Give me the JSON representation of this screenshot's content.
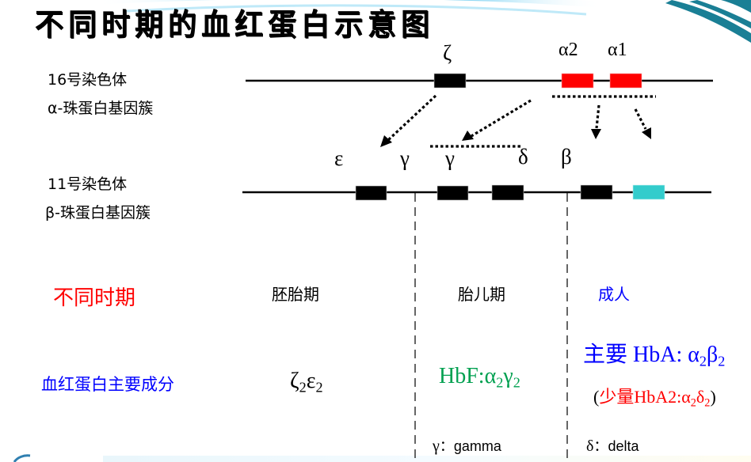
{
  "title": "不同时期的血红蛋白示意图",
  "chromosomes": [
    {
      "id": "chr16",
      "name": "16号染色体",
      "cluster": "α-珠蛋白基因簇",
      "genes": [
        {
          "symbol": "ζ",
          "color": "#000000"
        },
        {
          "symbol": "α2",
          "color": "#ff0000"
        },
        {
          "symbol": "α1",
          "color": "#ff0000"
        }
      ]
    },
    {
      "id": "chr11",
      "name": "11号染色体",
      "cluster": "β-珠蛋白基因簇",
      "genes": [
        {
          "symbol": "ε",
          "color": "#000000"
        },
        {
          "symbol": "γ",
          "color": "#000000"
        },
        {
          "symbol": "γ",
          "color": "#000000"
        },
        {
          "symbol": "δ",
          "color": "#000000"
        },
        {
          "symbol": "β",
          "color": "#33cccc"
        }
      ]
    }
  ],
  "row_labels": {
    "stage": "不同时期",
    "composition": "血红蛋白主要成分"
  },
  "stages": [
    {
      "name": "胚胎期",
      "color": "#000000"
    },
    {
      "name": "胎儿期",
      "color": "#000000"
    },
    {
      "name": "成人",
      "color": "#0000ff"
    }
  ],
  "compositions": {
    "embryo": {
      "a": "ζ",
      "a_sub": "2",
      "b": "ε",
      "b_sub": "2"
    },
    "fetal": {
      "prefix": "HbF:",
      "a": "α",
      "a_sub": "2",
      "b": "γ",
      "b_sub": "2"
    },
    "adult_main": {
      "prefix": "主要 HbA: ",
      "a": "α",
      "a_sub": "2",
      "b": "β",
      "b_sub": "2"
    },
    "adult_minor": {
      "open": "(",
      "prefix": "少量HbA2:",
      "a": "α",
      "a_sub": "2",
      "b": "δ",
      "b_sub": "2",
      "close": ")"
    }
  },
  "notes": [
    {
      "symbol": "γ",
      "sep": "：",
      "text": "gamma"
    },
    {
      "symbol": "δ",
      "sep": "：",
      "text": "delta"
    }
  ],
  "colors": {
    "red": "#ff0000",
    "blue": "#0000ff",
    "green": "#00a050",
    "teal": "#33cccc",
    "swoosh": "#1a7f95"
  }
}
